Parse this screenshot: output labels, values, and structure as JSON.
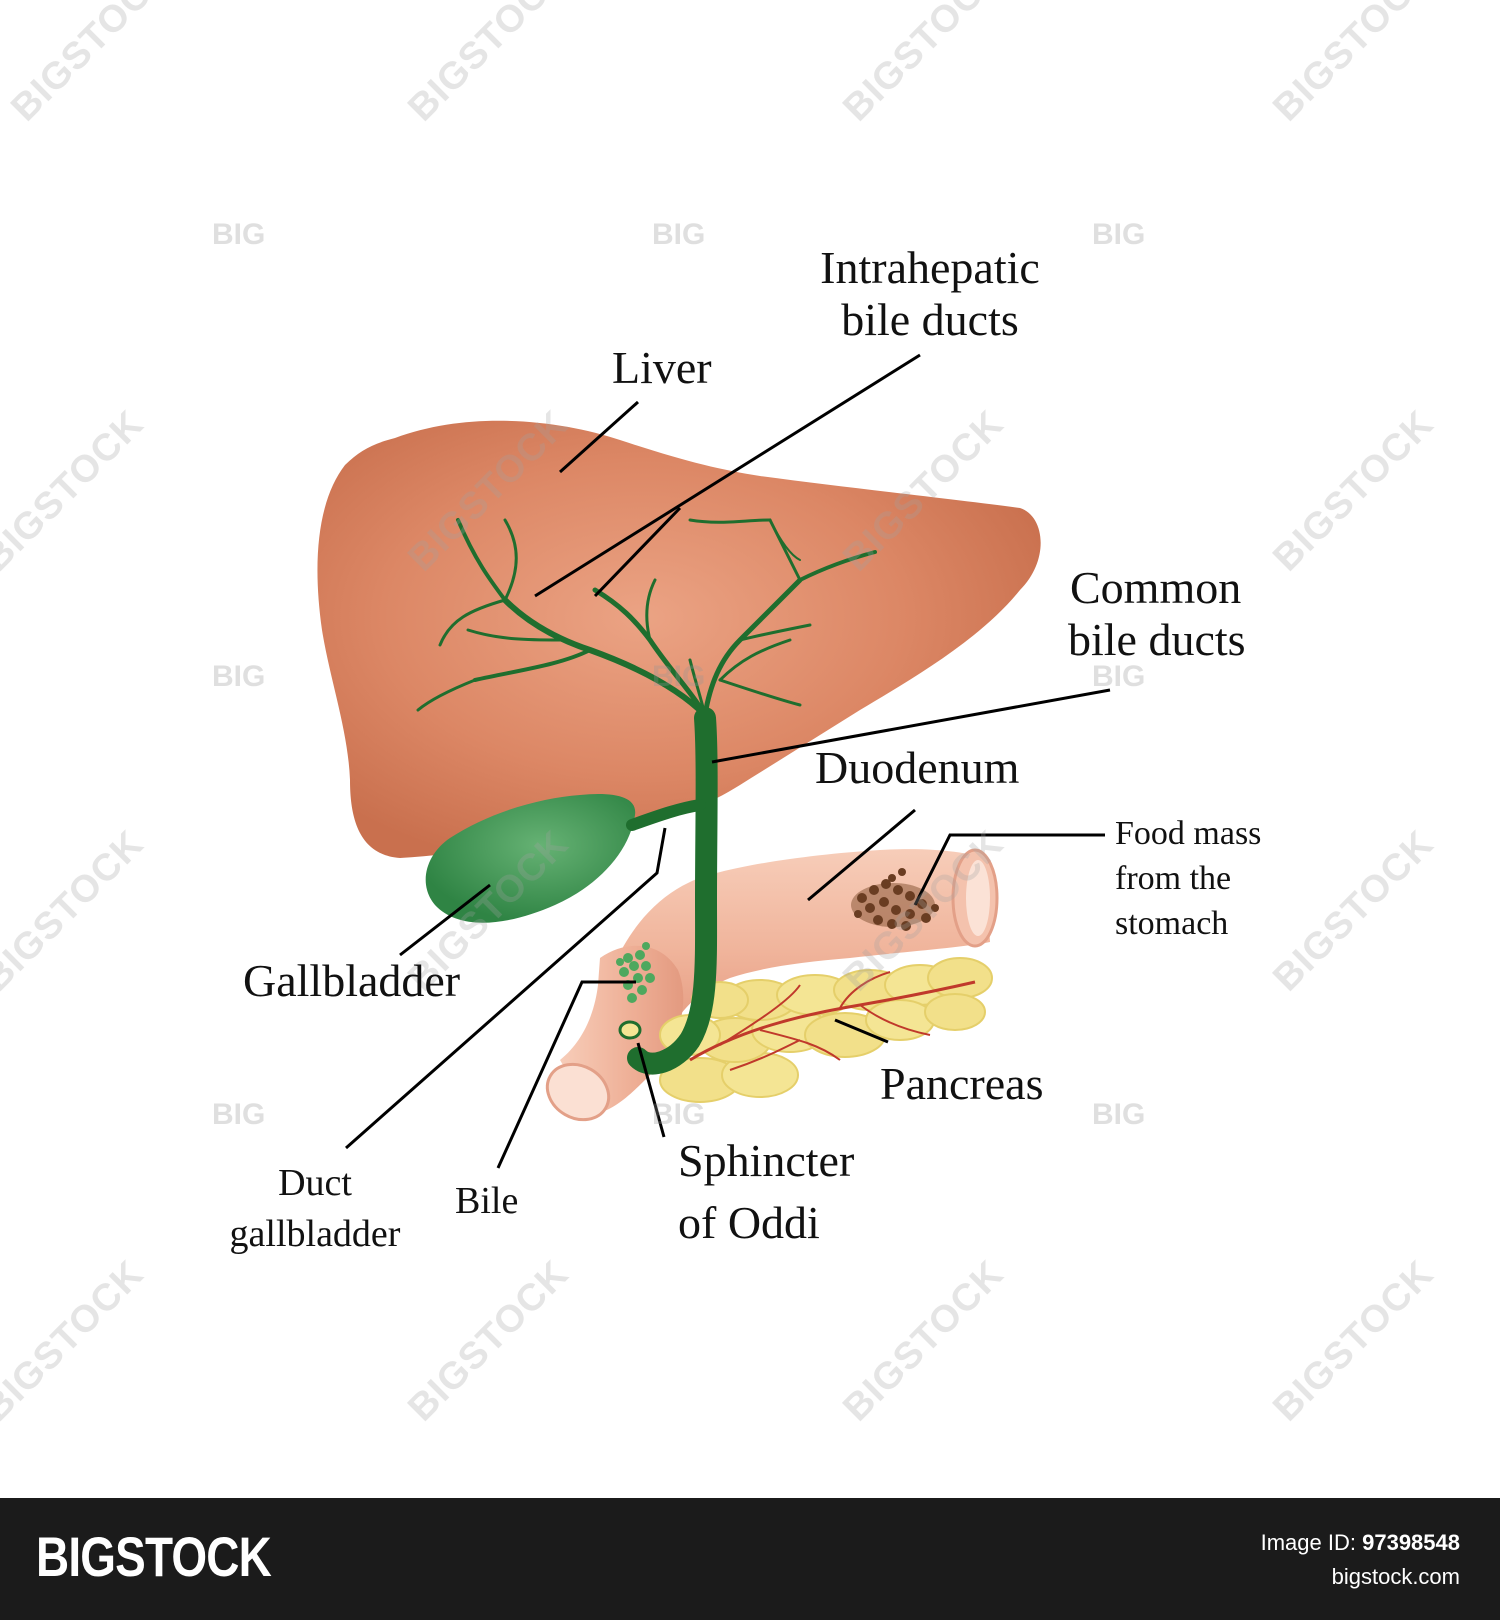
{
  "labels": {
    "liver": "Liver",
    "intrahepatic_1": "Intrahepatic",
    "intrahepatic_2": "bile ducts",
    "common_1": "Common",
    "common_2": "bile ducts",
    "duodenum": "Duodenum",
    "food_1": "Food mass",
    "food_2": "from the",
    "food_3": "stomach",
    "gallbladder": "Gallbladder",
    "pancreas": "Pancreas",
    "duct_1": "Duct",
    "duct_2": "gallbladder",
    "bile": "Bile",
    "sphincter_1": "Sphincter",
    "sphincter_2": "of Oddi"
  },
  "watermark": {
    "rotated": "BIGSTOCK",
    "small": "BIG"
  },
  "footer": {
    "brand": "BIGSTOCK",
    "image_id_label": "Image ID:",
    "image_id": "97398548",
    "site": "bigstock.com"
  },
  "colors": {
    "liver": "#d9805f",
    "gallbladder": "#3f9a55",
    "bile_duct": "#1f6e2e",
    "duodenum": "#f0b8a2",
    "pancreas": "#f2e08a",
    "food_mass": "#6a3d22",
    "footer_bg": "#1b1b1b"
  }
}
